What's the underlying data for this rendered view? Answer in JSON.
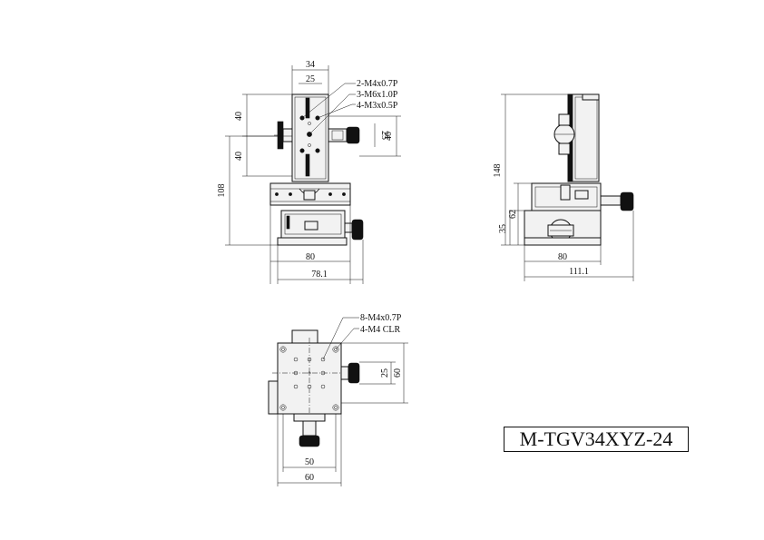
{
  "model": "M-TGV34XYZ-24",
  "front_view": {
    "dims": {
      "top_width": "34",
      "top_inner": "25",
      "left_upper": "40",
      "left_lower": "40",
      "right_side": "25",
      "right_outer": "40",
      "total_height": "108",
      "base_width": "80",
      "overall_width": "78.1"
    },
    "callouts": [
      "2-M4x0.7P",
      "3-M6x1.0P",
      "4-M3x0.5P"
    ]
  },
  "side_view": {
    "dims": {
      "total_height": "148",
      "mid_height": "62",
      "low_height": "35",
      "base_width": "80",
      "overall_width": "111.1"
    }
  },
  "top_view": {
    "dims": {
      "right_inner": "25",
      "right_outer": "60",
      "bottom_inner": "50",
      "bottom_outer": "60"
    },
    "callouts": [
      "8-M4x0.7P",
      "4-M4 CLR"
    ]
  }
}
